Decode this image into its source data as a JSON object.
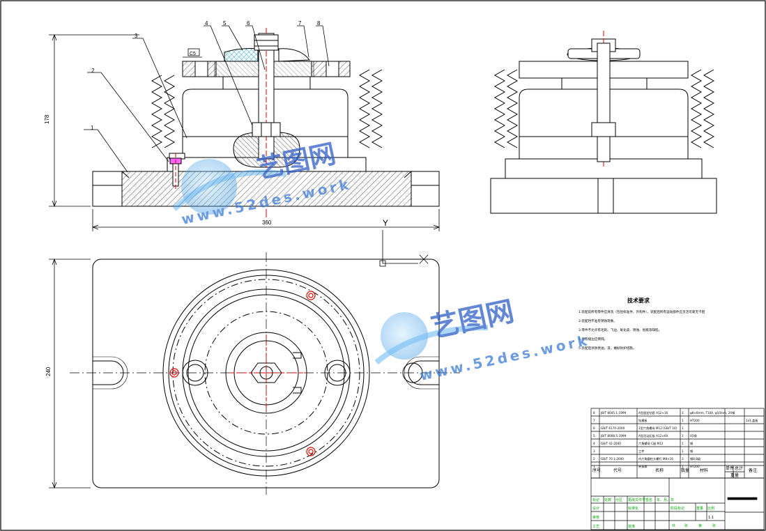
{
  "title_block_hint": "",
  "balloons": [
    "1",
    "2",
    "3",
    "4",
    "5",
    "6",
    "7",
    "8"
  ],
  "dimensions": {
    "height_front": "178",
    "width_front": "360",
    "height_plan": "240",
    "chamfer": "C5"
  },
  "axis_labels": {
    "y": "Y",
    "x": "X"
  },
  "tech_requirements": {
    "title": "技术要求",
    "lines": [
      "1.装配前所有零件应清洗（包括标准件、外购件），装配后所有运动部件应灵活可靠无卡阻",
      "2.装配时不准有锈蚀现象。",
      "3.零件不允许有毛刺、飞边、氧化皮、锈蚀、划痕等缺陷。",
      "4.所有棱边应倒钝。",
      "5.装配后涂防锈油，漆，做好防护措施。"
    ]
  },
  "bom": {
    "rows": [
      {
        "no": "8",
        "code": "JB/T 8045.1-1999",
        "name": "A型固定钻套 A12×16",
        "qty": "3",
        "mat": "φ8×8mm, T10A, φ10mm, 20钢",
        "note": ""
      },
      {
        "no": "7",
        "code": "",
        "name": "钻模板",
        "qty": "1",
        "mat": "HT200",
        "note": "",
        "extra": "1x1,盖板"
      },
      {
        "no": "6",
        "code": "GB/T 6170-2000",
        "name": "1型六角螺母 M12 [GB/T 10]",
        "qty": "1",
        "mat": "",
        "note": ""
      },
      {
        "no": "5",
        "code": "JB/T 8008.5-1999",
        "name": "A型活动压板 A12×60",
        "qty": "1",
        "mat": "45钢",
        "note": ""
      },
      {
        "no": "4",
        "code": "GB/T 41-2000",
        "name": "六角螺母 C级 M12",
        "qty": "1",
        "mat": "钢",
        "note": ""
      },
      {
        "no": "3",
        "code": "",
        "name": "工件",
        "qty": "1",
        "mat": "钢",
        "note": ""
      },
      {
        "no": "2",
        "code": "GB/T 70.1-2000",
        "name": "内六角圆柱头螺钉 M8×16",
        "qty": "3",
        "mat": "钢8.8级",
        "note": ""
      },
      {
        "no": "1",
        "code": "",
        "name": "夹具体",
        "qty": "1",
        "mat": "HT200",
        "note": ""
      }
    ],
    "header": {
      "no": "序号",
      "code": "代号",
      "name": "名称",
      "qty": "数量",
      "mat": "材料",
      "unit_w": "单件",
      "total_w": "总计",
      "weight": "重量",
      "note": "备注"
    }
  },
  "title_block": {
    "designer": "设计",
    "standard": "标准化",
    "sign": "签名",
    "date": "年、月、日",
    "mark": "标记",
    "count": "处数",
    "zone": "分区",
    "doc": "更改文件号",
    "review": "审核",
    "process": "工艺",
    "approve": "批准",
    "stage": "阶段标记",
    "weight": "重量",
    "scale": "比例",
    "scale_val": "1:1",
    "sheet_total": "共",
    "sheet_of": "张",
    "sheet": "第",
    "sheet_unit": "张"
  },
  "watermark": {
    "brand": "艺图网",
    "url": "www.52des.work"
  },
  "colors": {
    "line": "#000000",
    "hatch": "#555555",
    "red": "#e00000",
    "green": "#00aa00",
    "cyan": "#46c7ee",
    "magenta": "#ff00ff",
    "watermark": "#2f5fc8"
  }
}
